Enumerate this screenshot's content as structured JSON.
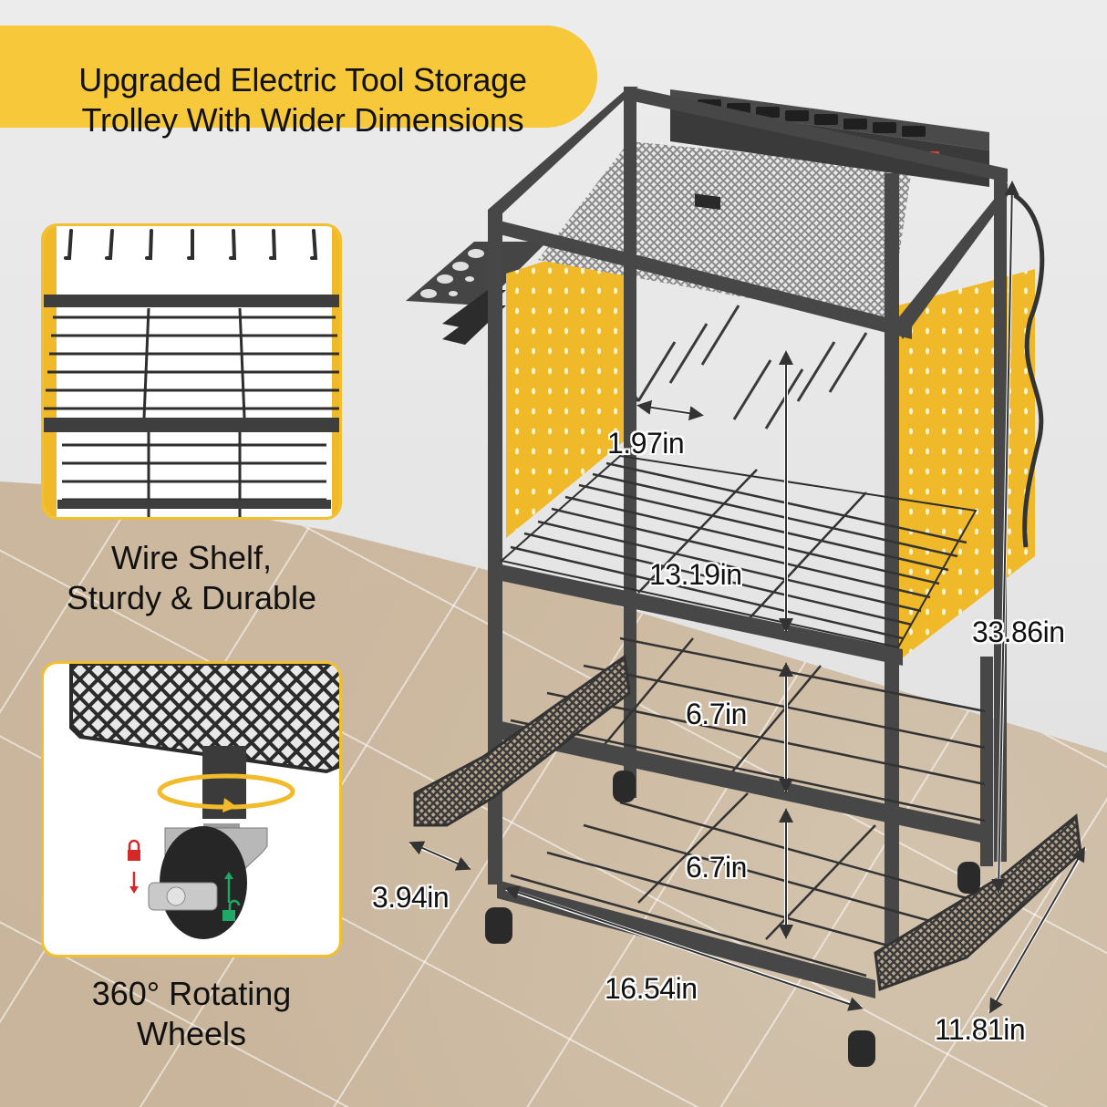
{
  "banner": {
    "line1": "Upgraded Electric Tool Storage",
    "line2": "Trolley With Wider Dimensions",
    "color": "#f6c83a"
  },
  "insets": [
    {
      "id": "wire-shelf",
      "caption_line1": "Wire Shelf,",
      "caption_line2": "Sturdy & Durable"
    },
    {
      "id": "wheels",
      "caption_line1": "360° Rotating",
      "caption_line2": "Wheels"
    }
  ],
  "product": {
    "power_strip_outlets": 8,
    "power_switch_color": "#e8402f",
    "frame_color": "#3f3f3f",
    "pegboard_color": "#f0b92a"
  },
  "dimensions": {
    "hook_spacing": "1.97in",
    "shelf_gap_top": "13.19in",
    "total_height": "33.86in",
    "shelf_gap_middle": "6.7in",
    "shelf_gap_bottom": "6.7in",
    "side_basket_width": "3.94in",
    "length": "16.54in",
    "depth": "11.81in"
  },
  "wheel_icons": {
    "lock": "lock-icon",
    "unlock": "unlock-icon",
    "rotate": "rotate-arrow-icon"
  }
}
